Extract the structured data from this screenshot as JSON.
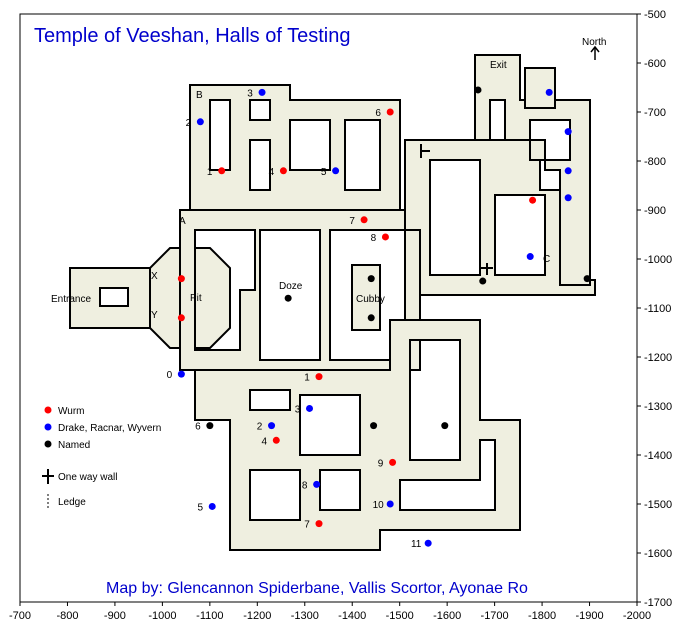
{
  "title": "Temple of Veeshan, Halls of Testing",
  "credit": "Map by: Glencannon Spiderbane, Vallis Scortor, Ayonae Ro",
  "north_label": "North",
  "axes": {
    "x_ticks": [
      "-700",
      "-800",
      "-900",
      "-1000",
      "-1100",
      "-1200",
      "-1300",
      "-1400",
      "-1500",
      "-1600",
      "-1700",
      "-1800",
      "-1900",
      "-2000"
    ],
    "y_ticks": [
      "-500",
      "-600",
      "-700",
      "-800",
      "-900",
      "-1000",
      "-1100",
      "-1200",
      "-1300",
      "-1400",
      "-1500",
      "-1600",
      "-1700"
    ]
  },
  "legend": {
    "wurm": "Wurm",
    "drake": "Drake, Racnar, Wyvern",
    "named": "Named",
    "one_way": "One way wall",
    "ledge": "Ledge"
  },
  "colors": {
    "wurm": "#ff0000",
    "drake": "#0000ff",
    "named": "#000000",
    "floor": "#efefe0"
  },
  "places": {
    "exit": "Exit",
    "entrance": "Entrance",
    "pit": "Pit",
    "doze": "Doze",
    "cubby": "Cubby",
    "A": "A",
    "B": "B",
    "C": "C",
    "X": "X",
    "Y": "Y"
  },
  "markers": [
    {
      "type": "wurm",
      "label": "1",
      "x": -1125,
      "y": -820
    },
    {
      "type": "wurm",
      "label": "4",
      "x": -1255,
      "y": -820
    },
    {
      "type": "wurm",
      "label": "6",
      "x": -1480,
      "y": -700
    },
    {
      "type": "wurm",
      "label": "7",
      "x": -1425,
      "y": -920
    },
    {
      "type": "wurm",
      "label": "8",
      "x": -1470,
      "y": -955
    },
    {
      "type": "wurm",
      "label": "",
      "x": -1780,
      "y": -880
    },
    {
      "type": "wurm",
      "label": "",
      "x": -1040,
      "y": -1040
    },
    {
      "type": "wurm",
      "label": "",
      "x": -1040,
      "y": -1120
    },
    {
      "type": "wurm",
      "label": "1",
      "x": -1330,
      "y": -1240
    },
    {
      "type": "wurm",
      "label": "4",
      "x": -1240,
      "y": -1370
    },
    {
      "type": "wurm",
      "label": "9",
      "x": -1485,
      "y": -1415
    },
    {
      "type": "wurm",
      "label": "7",
      "x": -1330,
      "y": -1540
    },
    {
      "type": "drake",
      "label": "3",
      "x": -1210,
      "y": -660
    },
    {
      "type": "drake",
      "label": "2",
      "x": -1080,
      "y": -720
    },
    {
      "type": "drake",
      "label": "5",
      "x": -1365,
      "y": -820
    },
    {
      "type": "drake",
      "label": "",
      "x": -1815,
      "y": -660
    },
    {
      "type": "drake",
      "label": "",
      "x": -1855,
      "y": -740
    },
    {
      "type": "drake",
      "label": "",
      "x": -1855,
      "y": -820
    },
    {
      "type": "drake",
      "label": "",
      "x": -1855,
      "y": -875
    },
    {
      "type": "drake",
      "label": "",
      "x": -1775,
      "y": -995
    },
    {
      "type": "drake",
      "label": "0",
      "x": -1040,
      "y": -1235
    },
    {
      "type": "drake",
      "label": "3",
      "x": -1310,
      "y": -1305
    },
    {
      "type": "drake",
      "label": "2",
      "x": -1230,
      "y": -1340
    },
    {
      "type": "drake",
      "label": "8",
      "x": -1325,
      "y": -1460
    },
    {
      "type": "drake",
      "label": "5",
      "x": -1105,
      "y": -1505
    },
    {
      "type": "drake",
      "label": "10",
      "x": -1480,
      "y": -1500
    },
    {
      "type": "drake",
      "label": "11",
      "x": -1560,
      "y": -1580
    },
    {
      "type": "named",
      "label": "",
      "x": -1665,
      "y": -655
    },
    {
      "type": "named",
      "label": "",
      "x": -1440,
      "y": -1040
    },
    {
      "type": "named",
      "label": "",
      "x": -1440,
      "y": -1120
    },
    {
      "type": "named",
      "label": "",
      "x": -1675,
      "y": -1045
    },
    {
      "type": "named",
      "label": "",
      "x": -1895,
      "y": -1040
    },
    {
      "type": "named",
      "label": "",
      "x": -1265,
      "y": -1080
    },
    {
      "type": "named",
      "label": "6",
      "x": -1100,
      "y": -1340
    },
    {
      "type": "named",
      "label": "",
      "x": -1445,
      "y": -1340
    },
    {
      "type": "named",
      "label": "",
      "x": -1595,
      "y": -1340
    }
  ]
}
